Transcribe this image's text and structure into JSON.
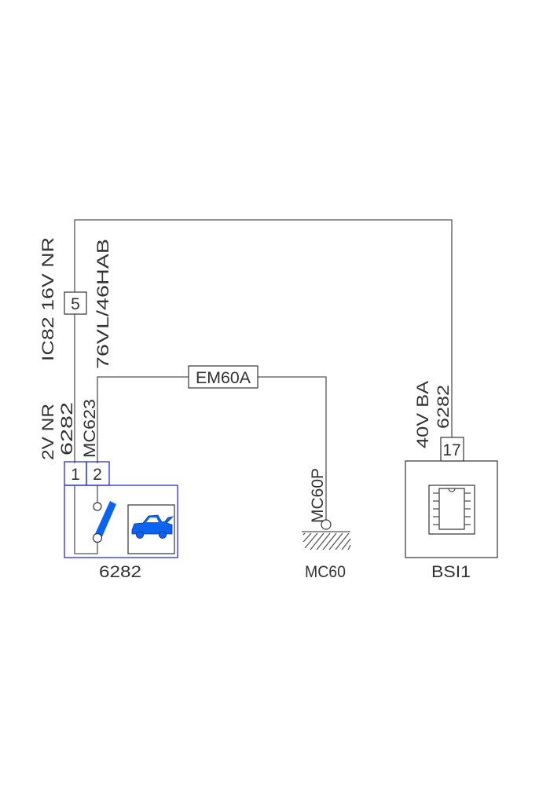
{
  "wires": {
    "left_upper_label": "IC82 16V NR",
    "left_code_label": "76VL/46HAB",
    "pin1_wire_label_a": "2V NR",
    "pin1_wire_label_b": "6282",
    "pin2_wire_label": "MC623",
    "right_wire_label_a": "40V BA",
    "right_wire_label_b": "6282",
    "ground_wire_label": "MC60P"
  },
  "connectors": {
    "inline_5": "5",
    "splice": "EM60A",
    "pin_1": "1",
    "pin_2": "2",
    "pin_17": "17"
  },
  "components": {
    "switch_name": "6282",
    "ground_name": "MC60",
    "bsi_name": "BSI1"
  },
  "colors": {
    "wire": "#555555",
    "component_outline": "#2a2ae0",
    "switch_fill": "#0a64f0"
  }
}
